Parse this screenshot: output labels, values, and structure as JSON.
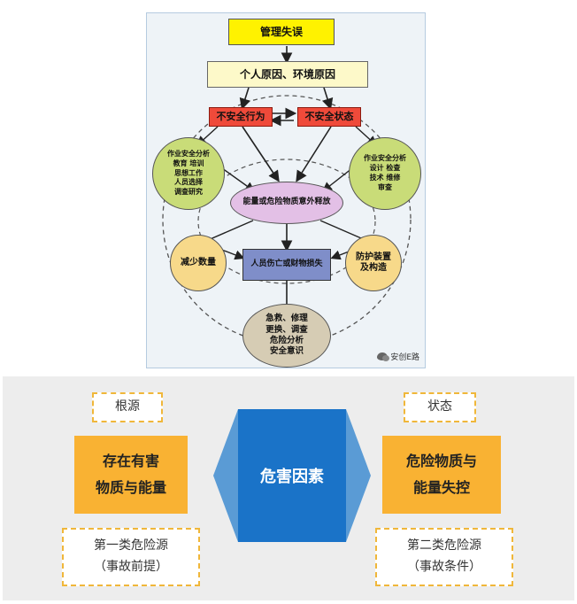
{
  "top": {
    "management_error": "管理失误",
    "personal_env_causes": "个人原因、环境原因",
    "unsafe_act": "不安全行为",
    "unsafe_state": "不安全状态",
    "left_analysis": [
      "作业安全分析",
      "教育 培训",
      "思想工作",
      "人员选择",
      "调查研究"
    ],
    "right_analysis": [
      "作业安全分析",
      "设计  检查",
      "技术  维修",
      "审查"
    ],
    "energy_release": "能量或危险物质意外释放",
    "reduce_quantity": "减少数量",
    "casualty_loss": "人员伤亡或财物损失",
    "protection_device": [
      "防护装置",
      "及构造"
    ],
    "rescue": [
      "急救、修理",
      "更换、调查",
      "危险分析",
      "安全意识"
    ],
    "watermark": "安创E路"
  },
  "bottom": {
    "root_label": "根源",
    "state_label": "状态",
    "left_box": [
      "存在有害",
      "物质与能量"
    ],
    "center": "危害因素",
    "right_box": [
      "危险物质与",
      "能量失控"
    ],
    "left_type": [
      "第一类危险源",
      "（事故前提）"
    ],
    "right_type": [
      "第二类危险源",
      "（事故条件）"
    ]
  },
  "colors": {
    "orange": "#f9b233",
    "hex_blue": "#1a73c8",
    "hex_light": "#5a9bd5"
  }
}
